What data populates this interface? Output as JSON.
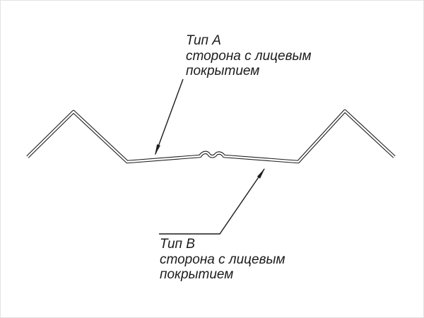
{
  "diagram": {
    "title": "profile-cross-section-drawing",
    "top_label": {
      "title": "Тип А",
      "line1": "сторона с лицевым",
      "line2": "покрытием"
    },
    "bottom_label": {
      "title": "Тип В",
      "line1": "сторона с лицевым",
      "line2": "покрытием"
    },
    "colors": {
      "line": "#1c1c1c",
      "background": "#ffffff"
    }
  }
}
